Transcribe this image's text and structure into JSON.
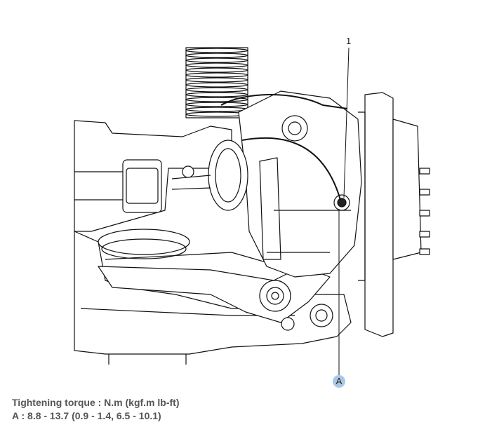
{
  "diagram": {
    "callouts": {
      "part_1": "1",
      "point_a": "A"
    }
  },
  "specification": {
    "title": "Tightening torque : N.m (kgf.m lb-ft)",
    "value_a": "A : 8.8 - 13.7 (0.9 - 1.4, 6.5 - 10.1)"
  },
  "colors": {
    "callout_fill": "#a9c8e6",
    "spec_text": "#555555"
  }
}
